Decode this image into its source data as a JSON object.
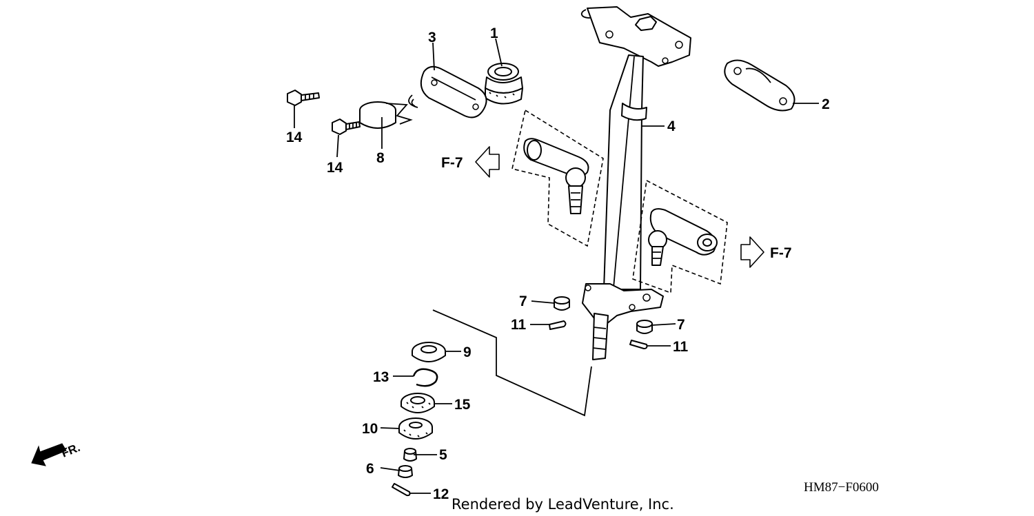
{
  "diagram": {
    "callouts": {
      "c1": "1",
      "c2": "2",
      "c3": "3",
      "c4": "4",
      "c5": "5",
      "c6": "6",
      "c7a": "7",
      "c7b": "7",
      "c8": "8",
      "c9": "9",
      "c10": "10",
      "c11a": "11",
      "c11b": "11",
      "c12": "12",
      "c13": "13",
      "c14a": "14",
      "c14b": "14",
      "c15": "15"
    },
    "refs": {
      "left": "F-7",
      "right": "F-7"
    },
    "front_indicator": "FR.",
    "diagram_code": "HM87−F0600",
    "credit": "Rendered by LeadVenture, Inc."
  }
}
